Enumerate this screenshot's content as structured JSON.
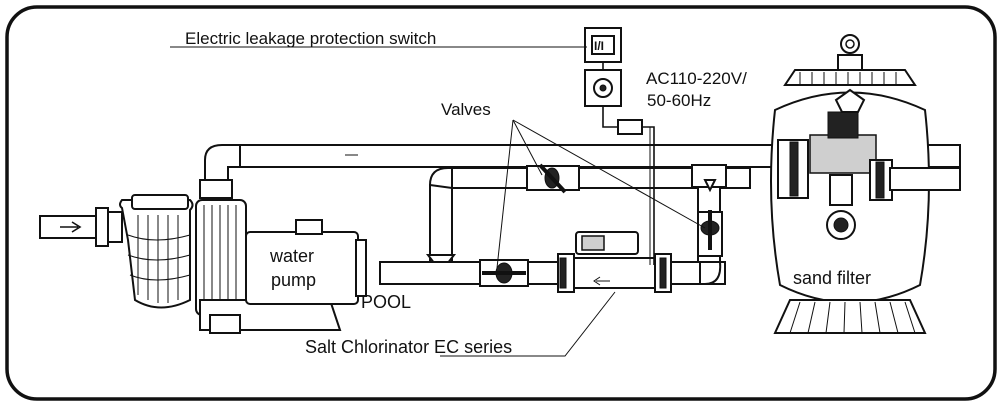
{
  "labels": {
    "switch": "Electric leakage protection switch",
    "voltage_line1": "AC110-220V/",
    "voltage_line2": "50-60Hz",
    "valves": "Valves",
    "pump_line1": "water",
    "pump_line2": "pump",
    "pool": "POOL",
    "filter": "sand filter",
    "chlorinator": "Salt Chlorinator EC series"
  },
  "icons": {
    "switch_box": "switch-box-icon",
    "socket": "power-socket-icon",
    "flow_arrow": "flow-arrow-icon"
  },
  "colors": {
    "line": "#111111",
    "background": "#ffffff",
    "accent_grey": "#cfcfcf"
  }
}
